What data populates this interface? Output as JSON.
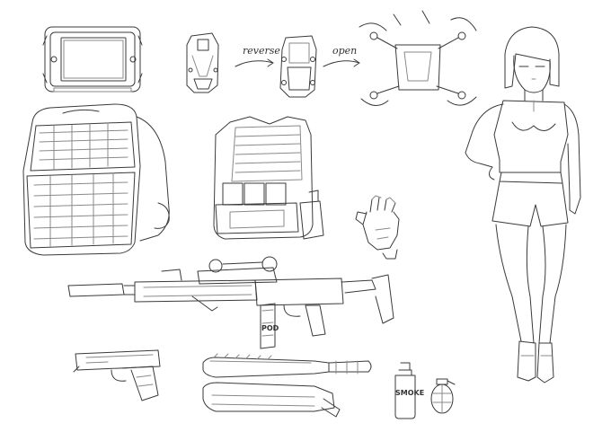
{
  "annotations": {
    "reverse": "reverse",
    "open": "open"
  },
  "labels": {
    "magazine_mark": "POD",
    "smoke_mark": "SMOKE"
  },
  "colors": {
    "background": "#ffffff",
    "ink": "#3a3a3a",
    "light_ink": "#8a8a8a"
  }
}
